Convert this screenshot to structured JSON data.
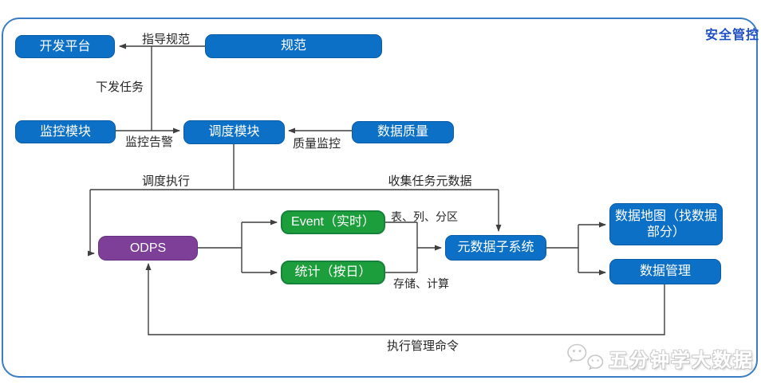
{
  "frame": {
    "corner_label": "安全管控"
  },
  "nodes": {
    "dev_platform": {
      "label": "开发平台"
    },
    "spec": {
      "label": "规范"
    },
    "monitor": {
      "label": "监控模块"
    },
    "scheduler": {
      "label": "调度模块"
    },
    "data_quality": {
      "label": "数据质量"
    },
    "odps": {
      "label": "ODPS"
    },
    "event_realtime": {
      "label": "Event（实时）"
    },
    "stats_daily": {
      "label": "统计（按日）"
    },
    "metadata_subsystem": {
      "label": "元数据子系统"
    },
    "data_map": {
      "label": "数据地图（找数据部分）"
    },
    "data_mgmt": {
      "label": "数据管理"
    }
  },
  "edge_labels": {
    "guide_spec": "指导规范",
    "dispatch_task": "下发任务",
    "monitor_alert": "监控告警",
    "quality_monitor": "质量监控",
    "schedule_exec": "调度执行",
    "collect_task_meta": "收集任务元数据",
    "table_column_partition": "表、列、分区",
    "storage_compute": "存储、计算",
    "exec_mgmt_cmd": "执行管理命令"
  },
  "watermark": {
    "text": "五分钟学大数据",
    "icon": "wechat-icon"
  },
  "colors": {
    "node_blue": "#0d70c7",
    "node_green": "#1d9e3c",
    "node_purple": "#7d3f98",
    "frame_border": "#3b7cc4",
    "corner_label_blue": "#1f4fc5",
    "connector": "#3f3f3f"
  }
}
